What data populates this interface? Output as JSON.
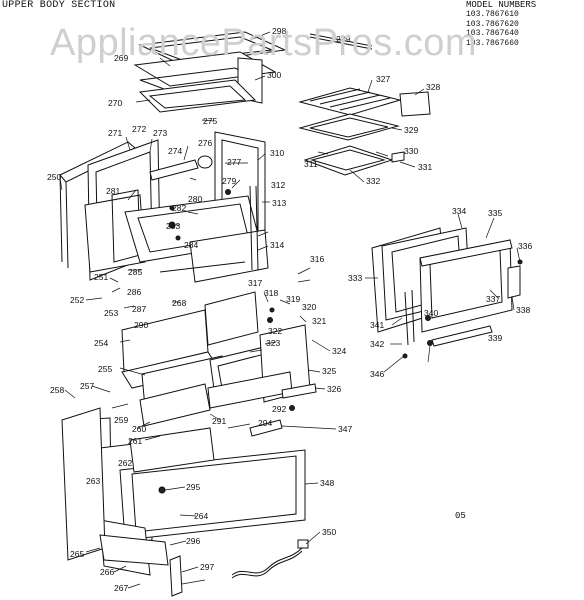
{
  "header": {
    "section_title": "UPPER BODY SECTION",
    "models_heading": "MODEL NUMBERS",
    "models": [
      "103.7867610",
      "103.7867620",
      "103.7867640",
      "103.7867660"
    ]
  },
  "watermark": "AppliancePartsPros.com",
  "diagram_code": "05",
  "callouts": [
    "250",
    "251",
    "252",
    "253",
    "254",
    "255",
    "257",
    "258",
    "259",
    "260",
    "261",
    "262",
    "263",
    "264",
    "265",
    "266",
    "267",
    "268",
    "269",
    "270",
    "271",
    "272",
    "273",
    "274",
    "275",
    "276",
    "277",
    "279",
    "280",
    "281",
    "282",
    "283",
    "284",
    "285",
    "286",
    "287",
    "290",
    "291",
    "292",
    "294",
    "295",
    "296",
    "297",
    "298",
    "299",
    "300",
    "310",
    "311",
    "312",
    "313",
    "314",
    "316",
    "317",
    "318",
    "319",
    "320",
    "321",
    "322",
    "323",
    "324",
    "325",
    "326",
    "327",
    "328",
    "329",
    "330",
    "331",
    "332",
    "333",
    "334",
    "335",
    "336",
    "337",
    "338",
    "339",
    "340",
    "341",
    "342",
    "346",
    "347",
    "348",
    "350"
  ],
  "colors": {
    "ink": "#111111",
    "watermark": "#cfcfcf",
    "background": "#ffffff"
  }
}
